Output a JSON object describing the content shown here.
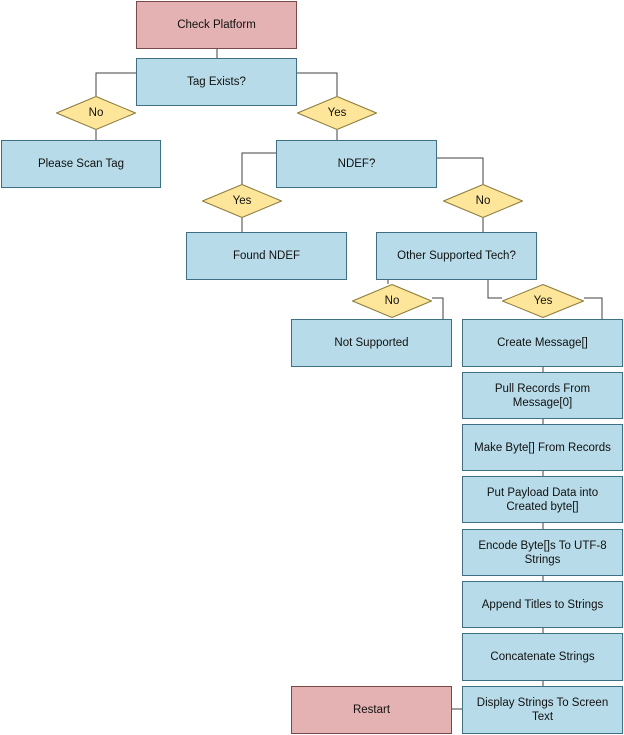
{
  "nodes": {
    "check_platform": "Check Platform",
    "tag_exists": "Tag Exists?",
    "tag_no": "No",
    "tag_yes": "Yes",
    "please_scan_tag": "Please Scan Tag",
    "ndef": "NDEF?",
    "ndef_yes": "Yes",
    "ndef_no": "No",
    "found_ndef": "Found NDEF",
    "other_tech": "Other Supported Tech?",
    "other_no": "No",
    "other_yes": "Yes",
    "not_supported": "Not Supported",
    "create_message": "Create Message[]",
    "pull_records": "Pull Records From Message[0]",
    "make_byte": "Make Byte[] From Records",
    "put_payload": "Put Payload Data into Created byte[]",
    "encode_utf8": "Encode Byte[]s To UTF-8 Strings",
    "append_titles": "Append Titles to Strings",
    "concatenate": "Concatenate Strings",
    "display_strings": "Display Strings To Screen Text",
    "restart": "Restart"
  },
  "colors": {
    "process_fill": "#b7dbe8",
    "terminal_fill": "#e4b2b2",
    "decision_fill": "#fde699",
    "line": "#404040"
  }
}
